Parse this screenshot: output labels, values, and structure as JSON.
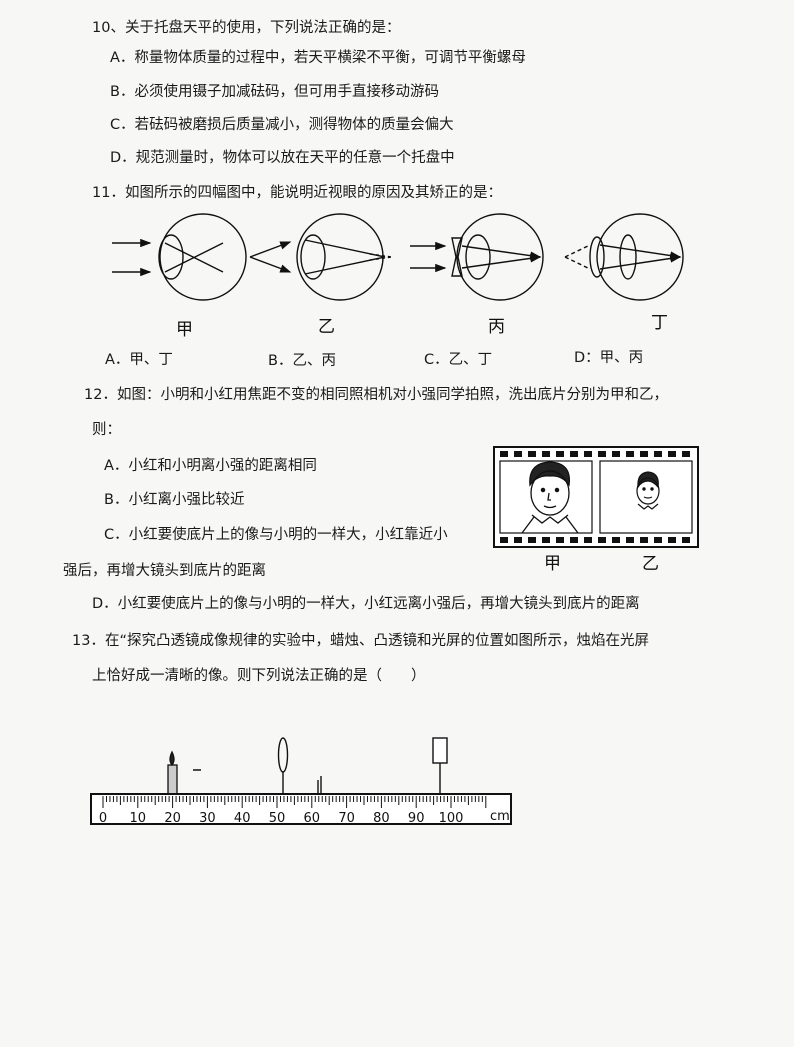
{
  "q10": {
    "stem": "10、关于托盘天平的使用，下列说法正确的是：",
    "options": [
      "A．称量物体质量的过程中，若天平横梁不平衡，可调节平衡螺母",
      "B．必须使用镊子加减砝码，但可用手直接移动游码",
      "C．若砝码被磨损后质量减小，测得物体的质量会偏大",
      "D．规范测量时，物体可以放在天平的任意一个托盘中"
    ]
  },
  "q11": {
    "stem": "11．如图所示的四幅图中，能说明近视眼的原因及其矫正的是：",
    "figure_labels": [
      "甲",
      "乙",
      "丙",
      "丁"
    ],
    "options": [
      "A．甲、丁",
      "B．乙、丙",
      "C．乙、丁",
      "D：甲、丙"
    ]
  },
  "q12": {
    "stem_line1": "12．如图：小明和小红用焦距不变的相同照相机对小强同学拍照，洗出底片分别为甲和乙，",
    "stem_line2": "则：",
    "options": [
      "A．小红和小明离小强的距离相同",
      "B．小红离小强比较近",
      "C．小红要使底片上的像与小明的一样大，小红靠近小",
      "强后，再增大镜头到底片的距离",
      "D．小红要使底片上的像与小明的一样大，小红远离小强后，再增大镜头到底片的距离"
    ],
    "film_labels": [
      "甲",
      "乙"
    ]
  },
  "q13": {
    "stem_line1": "13．在“探究凸透镜成像规律的实验中，蜡烛、凸透镜和光屏的位置如图所示，烛焰在光屏",
    "stem_line2": "上恰好成一清晰的像。则下列说法正确的是（　　）",
    "ruler_ticks": [
      "0",
      "10",
      "20",
      "30",
      "40",
      "50",
      "60",
      "70",
      "80",
      "90",
      "100"
    ],
    "ruler_unit": "cm"
  }
}
